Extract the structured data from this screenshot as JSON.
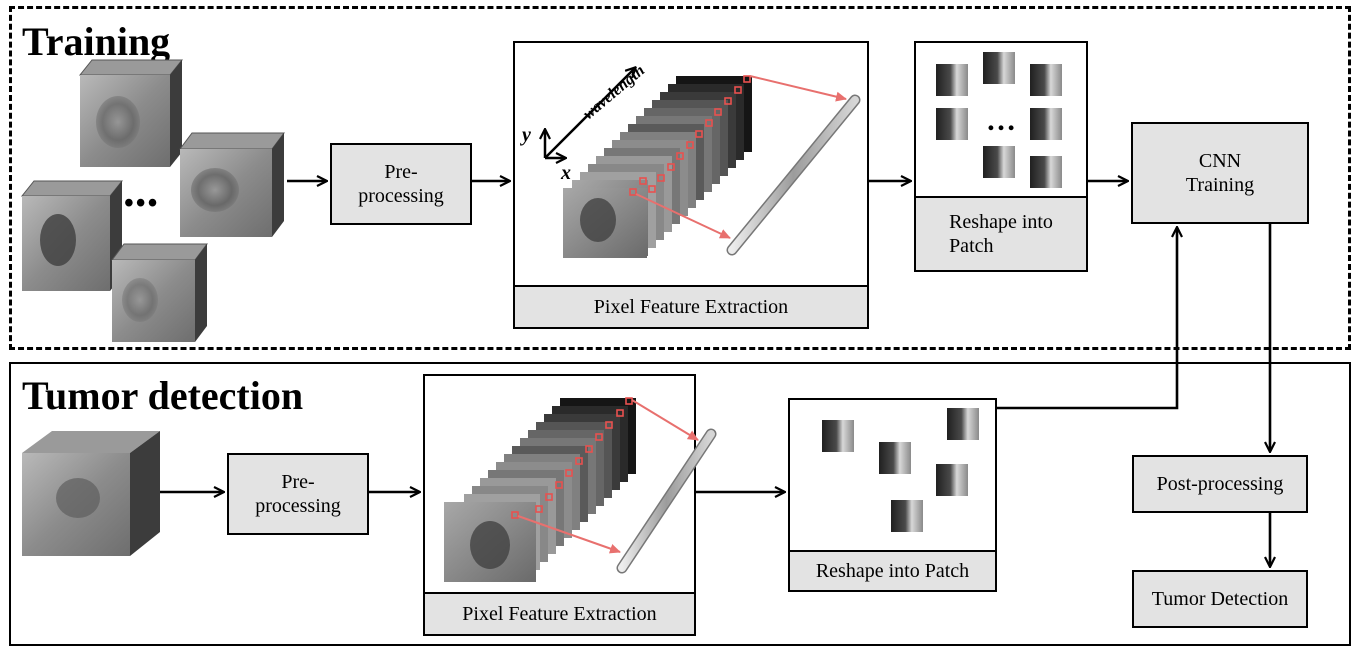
{
  "panels": {
    "training": {
      "title": "Training"
    },
    "detection": {
      "title": "Tumor detection"
    }
  },
  "training": {
    "preprocessing": "Pre-\nprocessing",
    "feature_extraction": "Pixel Feature Extraction",
    "reshape": "Reshape into\nPatch",
    "cnn": "CNN\nTraining",
    "axis_y": "y",
    "axis_x": "x",
    "axis_wavelength": "wavelength",
    "ellipsis": "•••",
    "patch_ellipsis": "…"
  },
  "detection": {
    "preprocessing": "Pre-\nprocessing",
    "feature_extraction": "Pixel Feature Extraction",
    "reshape": "Reshape into Patch",
    "postprocessing": "Post-processing",
    "tumor_detection": "Tumor Detection",
    "patch_ellipsis": "…"
  },
  "colors": {
    "box_fill": "#e3e3e3",
    "pixel_marker": "#e8514f",
    "pointer_line": "#e8706e"
  }
}
